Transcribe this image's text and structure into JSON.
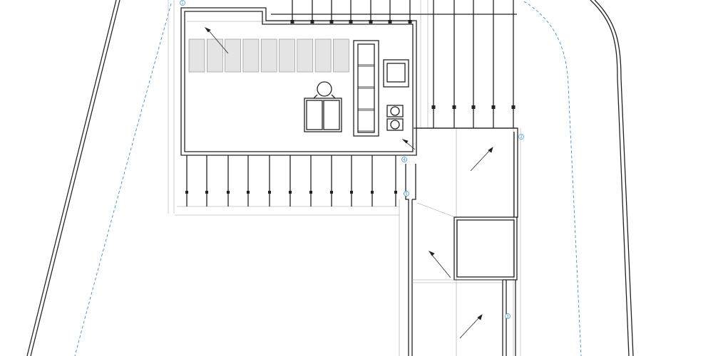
{
  "drawing": {
    "type": "roof plan",
    "accent_color": "#3a8fd0",
    "markers": [
      "1",
      "2",
      "3",
      "4",
      "5"
    ],
    "solar_panel_count": 9,
    "stair_steps": 4
  }
}
